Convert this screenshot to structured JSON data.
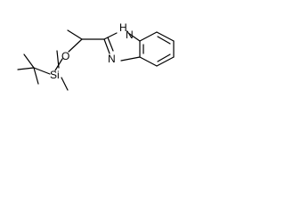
{
  "molecule": {
    "atoms": {
      "oxygen": "O",
      "silicon": "Si",
      "nh_hydrogen": "H",
      "nh_nitrogen": "N",
      "imine_nitrogen": "N"
    }
  }
}
